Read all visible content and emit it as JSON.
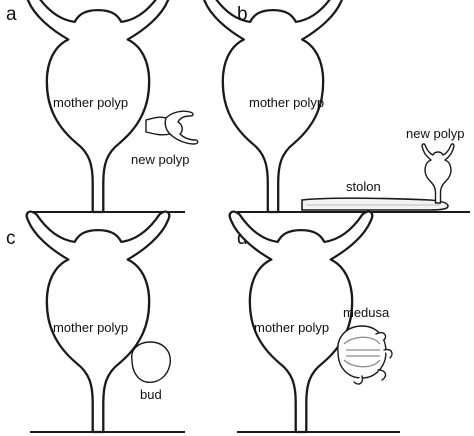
{
  "panels": {
    "a": {
      "letter": "a",
      "mother_label": "mother polyp",
      "offspring_label": "new polyp"
    },
    "b": {
      "letter": "b",
      "mother_label": "mother polyp",
      "stolon_label": "stolon",
      "offspring_label": "new polyp"
    },
    "c": {
      "letter": "c",
      "mother_label": "mother polyp",
      "offspring_label": "bud"
    },
    "d": {
      "letter": "d",
      "mother_label": "mother polyp",
      "offspring_label": "medusa"
    }
  }
}
